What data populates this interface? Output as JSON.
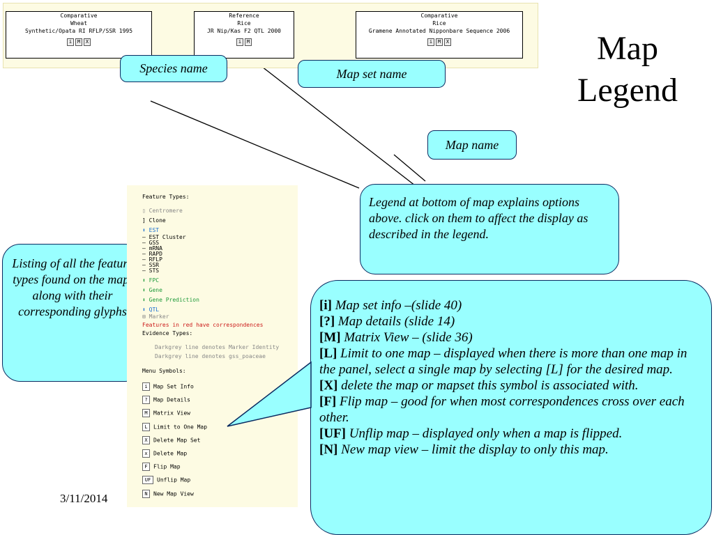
{
  "title": {
    "line1": "Map",
    "line2": "Legend"
  },
  "maps": [
    {
      "role": "Comparative",
      "species": "Wheat",
      "set": "Synthetic/Opata RI RFLP/SSR   1995"
    },
    {
      "role": "Reference",
      "species": "Rice",
      "set": "JR    Nip/Kas F2 QTL 2000"
    },
    {
      "role": "Comparative",
      "species": "Rice",
      "set": "Gramene Annotated Nipponbare Sequence 2006"
    }
  ],
  "map_buttons": [
    "i",
    "M",
    "X"
  ],
  "callouts": {
    "species_name": "Species name",
    "map_set_name": "Map set name",
    "map_name": "Map name",
    "legend_note": "Legend at bottom of map explains options above. click on them to affect the display as described in the legend.",
    "listing_note": "Listing of all the feature types found on the map, along with their corresponding glyphs"
  },
  "legend": {
    "feature_types_header": "Feature Types:",
    "features": [
      {
        "label": "Centromere",
        "glyph": "▯",
        "color": "grey"
      },
      {
        "label": "Clone",
        "glyph": "]",
        "color": "black"
      },
      {
        "label": "EST",
        "glyph": "⬍",
        "color": "blue"
      },
      {
        "label": "EST Cluster",
        "glyph": "—",
        "color": "black"
      },
      {
        "label": "GSS",
        "glyph": "—",
        "color": "black"
      },
      {
        "label": "mRNA",
        "glyph": "—",
        "color": "black"
      },
      {
        "label": "RAPD",
        "glyph": "—",
        "color": "black"
      },
      {
        "label": "RFLP",
        "glyph": "—",
        "color": "black"
      },
      {
        "label": "SSR",
        "glyph": "—",
        "color": "black"
      },
      {
        "label": "STS",
        "glyph": "—",
        "color": "black"
      },
      {
        "label": "FPC",
        "glyph": "⬍",
        "color": "green"
      },
      {
        "label": "Gene",
        "glyph": "⬍",
        "color": "green"
      },
      {
        "label": "Gene Prediction",
        "glyph": "⬍",
        "color": "green"
      },
      {
        "label": "QTL",
        "glyph": "⬍",
        "color": "blue"
      },
      {
        "label": "Marker",
        "glyph": "⊞",
        "color": "grey"
      }
    ],
    "red_note": "Features in red have correspondences",
    "evidence_header": "Evidence Types:",
    "evidence": [
      "Darkgrey line denotes Marker Identity",
      "Darkgrey line denotes gss_poaceae"
    ],
    "menu_header": "Menu Symbols:",
    "menu": [
      {
        "sym": "i",
        "label": "Map Set Info"
      },
      {
        "sym": "?",
        "label": "Map Details"
      },
      {
        "sym": "M",
        "label": "Matrix View"
      },
      {
        "sym": "L",
        "label": "Limit to One Map"
      },
      {
        "sym": "X",
        "label": "Delete Map Set"
      },
      {
        "sym": "x",
        "label": "Delete Map"
      },
      {
        "sym": "F",
        "label": "Flip Map"
      },
      {
        "sym": "UF",
        "label": "Unflip Map"
      },
      {
        "sym": "N",
        "label": "New Map View"
      }
    ]
  },
  "date": "3/11/2014",
  "info_items": [
    {
      "key": "[i]",
      "text": "Map set info –(slide 40)"
    },
    {
      "key": "[?]",
      "text": "Map details (slide 14)"
    },
    {
      "key": "[M]",
      "text": "Matrix View – (slide 36)"
    },
    {
      "key": "[L]",
      "text": "Limit to one map – displayed when there is more than one map in the panel, select a single map by selecting [L] for the desired map."
    },
    {
      "key": "[X]",
      "text": "delete the map or mapset this symbol is associated with."
    },
    {
      "key": "[F]",
      "text": "Flip map – good for when most correspondences cross over each other."
    },
    {
      "key": "[UF]",
      "text": "Unflip map – displayed only when a map is flipped."
    },
    {
      "key": "[N]",
      "text": "New map view – limit the display to only this map."
    }
  ],
  "colors": {
    "callout_fill": "#99ffff",
    "panel_fill": "#fdfbe3",
    "border": "#0a2a60"
  }
}
